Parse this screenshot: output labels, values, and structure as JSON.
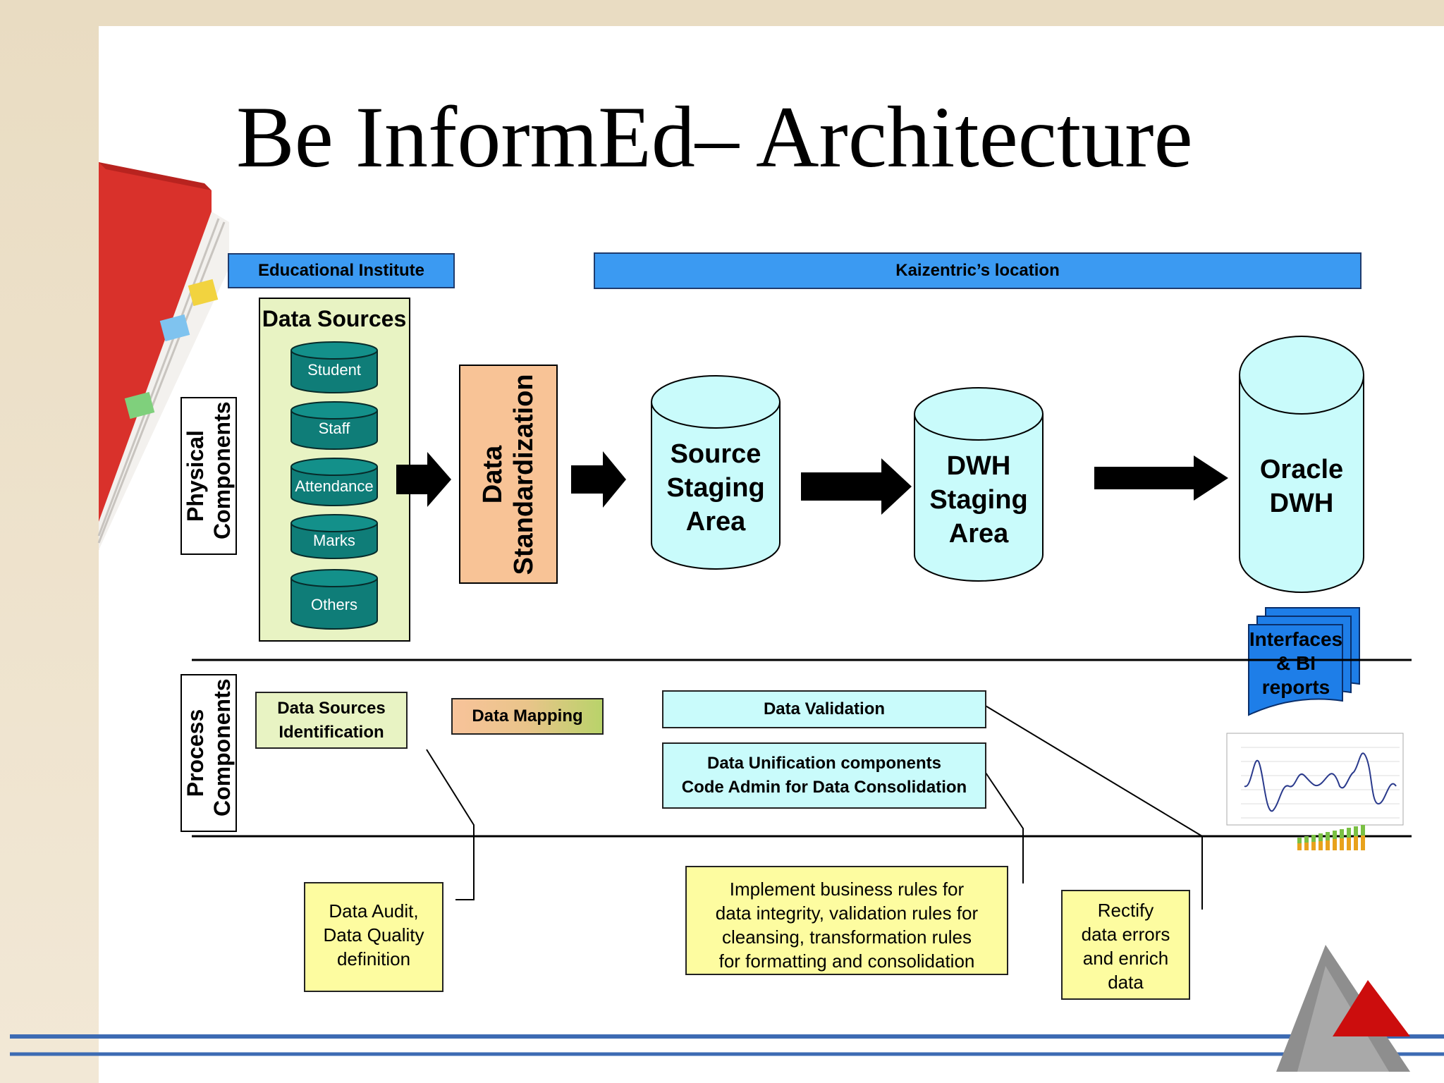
{
  "title": "Be InformEd– Architecture",
  "regions": {
    "institute": "Educational Institute",
    "kaizentric": "Kaizentric’s location"
  },
  "sections": {
    "physical": "Physical Components",
    "process": "Process Components"
  },
  "data_sources": {
    "title": "Data Sources",
    "items": [
      "Student",
      "Staff",
      "Attendance",
      "Marks",
      "Others"
    ]
  },
  "stages": {
    "standardization": "Data Standardization",
    "source_staging": [
      "Source",
      "Staging",
      "Area"
    ],
    "dwh_staging": [
      "DWH",
      "Staging",
      "Area"
    ],
    "oracle_dwh": [
      "Oracle",
      "DWH"
    ]
  },
  "interfaces": [
    "Interfaces",
    "& BI",
    "reports"
  ],
  "processes": {
    "identification": [
      "Data Sources",
      "Identification"
    ],
    "mapping": "Data Mapping",
    "validation": "Data Validation",
    "unification": [
      "Data Unification components",
      "Code Admin for Data Consolidation"
    ]
  },
  "notes": {
    "audit": [
      "Data Audit,",
      "Data Quality",
      "definition"
    ],
    "rules": [
      "Implement business rules for",
      "data integrity, validation rules for",
      "cleansing, transformation rules",
      "for formatting and consolidation"
    ],
    "rectify": [
      "Rectify",
      "data errors",
      "and enrich",
      "data"
    ]
  },
  "colors": {
    "header_blue": "#3b9af2",
    "source_panel": "#e8f3c3",
    "db_teal": "#0f7d78",
    "standardization": "#f8c396",
    "db_light": "#c9fbfb",
    "note_yellow": "#fdfca0",
    "interfaces_blue": "#1e7ee8"
  }
}
